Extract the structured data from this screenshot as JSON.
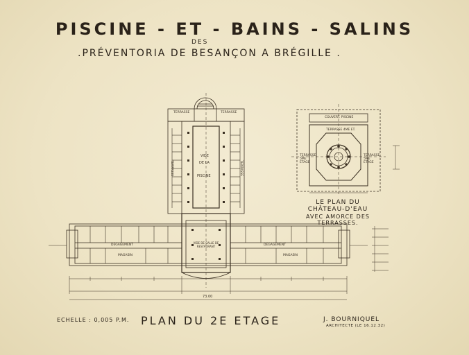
{
  "title": "PISCINE - ET - BAINS - SALINS",
  "subtitle_des": "DES",
  "subtitle": ".PRÉVENTORIA DE BESANÇON A BRÉGILLE .",
  "chateau_caption": {
    "line1": "LE PLAN DU CHÂTEAU-D'EAU",
    "line2": "AVEC AMORCE DES TERRASSES."
  },
  "scale_label": "ECHELLE : 0,005 P.M.",
  "plan_title": "PLAN DU 2E ETAGE",
  "architect_name": "J. BOURNIQUEL",
  "architect_role": "ARCHITECTE (LE 16.12.32)",
  "room_labels": {
    "vide": "VIDE",
    "de_la": "DE LA",
    "piscine": "PISCINE",
    "terrasse_left": "TERRASSE",
    "terrasse_right": "TERRASSE",
    "terrasse_top_left": "TERRASSE",
    "terrasse_top_right": "TERRASSE",
    "degagement_left": "DEGAGEMENT",
    "degagement_right": "DEGAGEMENT",
    "magasin_left": "MAGASIN",
    "magasin_right": "MAGASIN",
    "vide_salle": "VIDE DE SALLE DE RESTAURANT",
    "terrasse_4e": "TERRASSE 4ME ET.",
    "terrasse_5e_left": "TERRASSE 5ME ETAGE",
    "terrasse_5e_right": "TERRASSE 5ME ETAGE",
    "couverture": "COUVERT. PISCINE"
  },
  "dimension_total": "73.00",
  "colors": {
    "paper": "#efe6c9",
    "ink": "#2a2219"
  }
}
